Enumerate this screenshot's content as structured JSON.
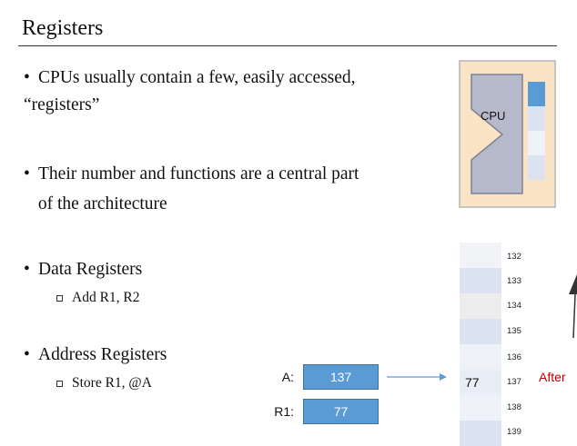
{
  "slide": {
    "title": "Registers",
    "bullets": [
      {
        "line1": "CPUs usually contain a few, easily accessed,",
        "line2": "“registers”"
      },
      {
        "line1": "Their number and functions are a central part",
        "line2": " of the architecture"
      },
      {
        "line1": "Data Registers",
        "sub": "Add R1, R2"
      },
      {
        "line1": "Address Registers",
        "sub": "Store R1, @A"
      }
    ]
  },
  "cpu": {
    "label": "CPU",
    "colors": {
      "panel": "#fbe3c6",
      "body": "#b5b9c9",
      "register_active": "#5b9bd5",
      "register": "#dce3f0"
    }
  },
  "memory": {
    "cells": [
      {
        "address": "132",
        "value": "",
        "color": "#f2f3f7"
      },
      {
        "address": "133",
        "value": "",
        "color": "#dbe3f1"
      },
      {
        "address": "134",
        "value": "",
        "color": "#ededed"
      },
      {
        "address": "135",
        "value": "",
        "color": "#dbe3f1"
      },
      {
        "address": "136",
        "value": "",
        "color": "#eef1f8"
      },
      {
        "address": "137",
        "value": "77",
        "color": "#e9edf6"
      },
      {
        "address": "138",
        "value": "",
        "color": "#eef1f8"
      },
      {
        "address": "139",
        "value": "",
        "color": "#dbe3f1"
      }
    ],
    "state_label": "After",
    "state_color": "#c00000"
  },
  "variables": [
    {
      "label": "A:",
      "value": "137"
    },
    {
      "label": "R1:",
      "value": "77"
    }
  ],
  "arrow_color": "#5b9bd5"
}
